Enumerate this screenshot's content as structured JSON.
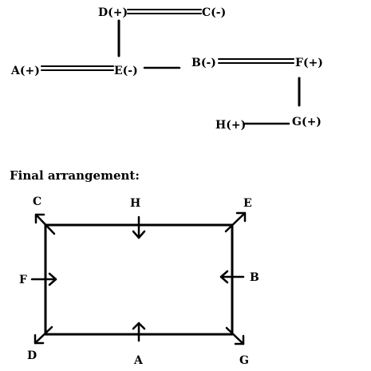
{
  "top_diagram": {
    "nodes": {
      "D": "D(+)",
      "C": "C(-)",
      "A": "A(+)",
      "E": "E(-)",
      "B": "B(-)",
      "F": "F(+)",
      "H": "H(+)",
      "G": "G(+)"
    }
  },
  "final_section": {
    "heading": "Final arrangement:",
    "corner_labels": {
      "C": "C",
      "E": "E",
      "D": "D",
      "G": "G"
    },
    "side_labels": {
      "H": "H",
      "A": "A",
      "F": "F",
      "B": "B"
    }
  }
}
